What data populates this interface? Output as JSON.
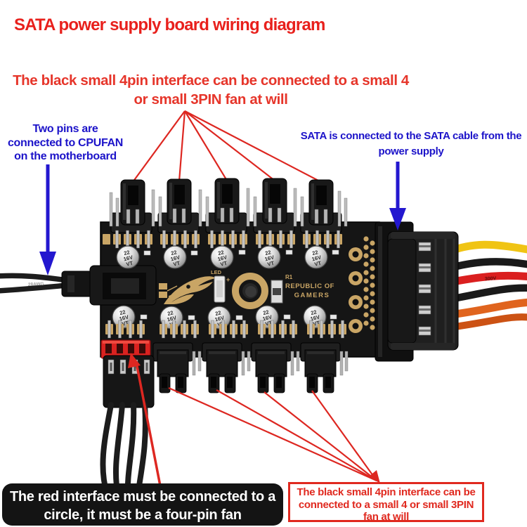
{
  "title": {
    "text": "SATA power supply board wiring diagram",
    "color": "#e8201c"
  },
  "callouts": {
    "top_red": {
      "line1": "The black small 4pin interface can be connected to a small 4",
      "line2": "or small 3PIN fan at will",
      "color": "#e6352a"
    },
    "left_blue": {
      "line1": "Two pins are",
      "line2": "connected to CPUFAN",
      "line3": "on the motherboard",
      "color": "#1c13c9"
    },
    "right_blue": {
      "line1": "SATA is connected to the SATA cable from the",
      "line2": "power supply",
      "color": "#1c13c9"
    },
    "bottom_left_box": {
      "line1": "The red interface must be connected to a",
      "line2": "circle, it must be a four-pin fan",
      "bg_color": "#141414",
      "text_color": "#ffffff"
    },
    "bottom_right_box": {
      "line1": "The black small 4pin interface can be",
      "line2": "connected to a small 4 or small 3PIN",
      "line3": "fan at will",
      "border_color": "#e0291f",
      "text_color": "#e0291f"
    }
  },
  "board": {
    "silkscreen": {
      "led": "LED",
      "led_plus": "+",
      "r1": "R1",
      "brand_line1": "REPUBLIC OF",
      "brand_line2": "GAMERS"
    },
    "capacitor_label": {
      "l1": "22",
      "l2": "16V",
      "l3": "VT"
    },
    "wire_print_left": "28AWG",
    "wire_print_sata": "300V"
  },
  "colors": {
    "arrow_red": "#dd2721",
    "arrow_blue": "#2317cf",
    "pcb_black": "#151515",
    "gold": "#c9a565",
    "header_red": "#d92220",
    "wire_yellow": "#f0c414",
    "wire_red": "#da1f1f",
    "wire_orange": "#e0641e",
    "wire_black": "#1a1a1a"
  }
}
